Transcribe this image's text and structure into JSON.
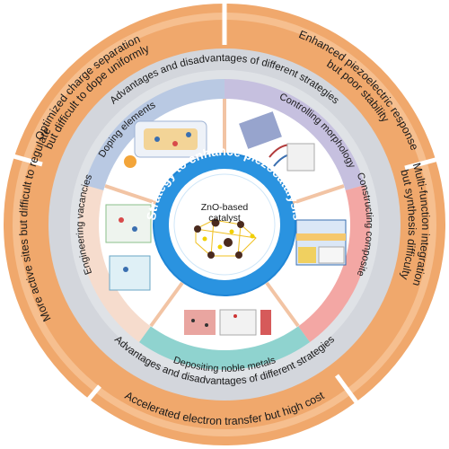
{
  "outer_ring": {
    "top_left": "Optimized charge separation",
    "top_left_2": "but difficult to dope uniformly",
    "top_right": "Enhanced piezoelectric response",
    "top_right_2": "but poor stability",
    "right": "Multi-function integration",
    "right_2": "but synthesis difficulty",
    "bottom": "Accelerated electron transfer but high cost",
    "left": "More active sites but difficult to regulate"
  },
  "middle_ring": {
    "top": "Advantages and disadvantages of different strategies",
    "bottom": "Advantages and disadvantages of different strategies"
  },
  "strategies": {
    "doping": "Doping elements",
    "morphology": "Controlling morphology",
    "composite": "Constructing composite",
    "noble_metals": "Depositing noble metals",
    "vacancies": "Engineering vacancies"
  },
  "center": {
    "ring_text": "Strategy to enhance piezocatalysis",
    "label_line1": "ZnO-based",
    "label_line2": "catalyst"
  },
  "colors": {
    "outer_ring": "#f0a86c",
    "mid_ring": "#d3d6dc",
    "doping_band": "#b9c9e3",
    "morphology_band": "#c6c0df",
    "composite_band": "#f3a7a4",
    "noble_band": "#8fd3cf",
    "vacancy_band": "#f6dccd",
    "center_ring": "#1f86d6"
  }
}
